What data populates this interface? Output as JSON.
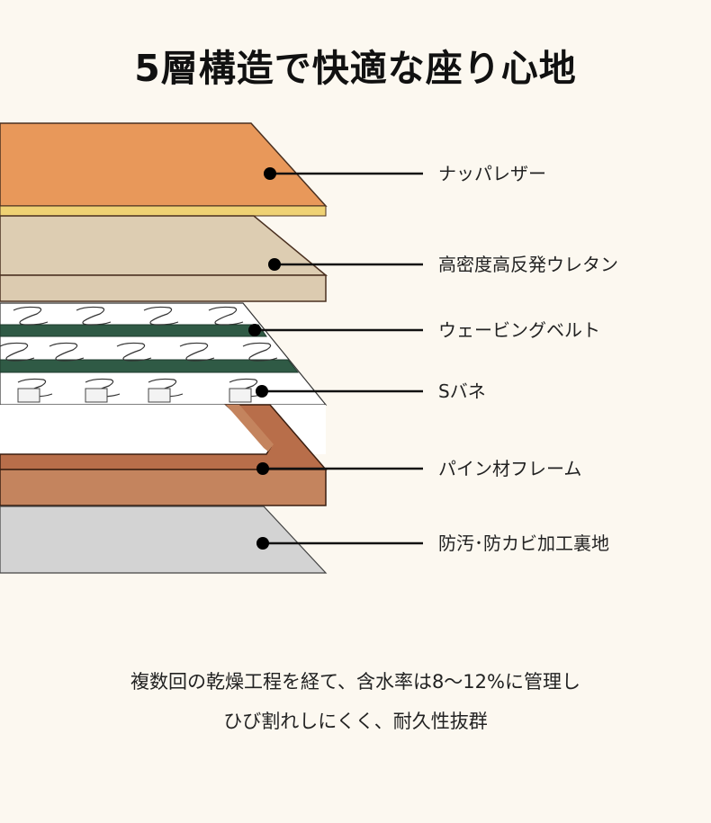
{
  "title": "5層構造で快適な座り心地",
  "layers": [
    {
      "label": "ナッパレザー"
    },
    {
      "label": "高密度高反発ウレタン"
    },
    {
      "label": "ウェービングベルト"
    },
    {
      "label": "Sバネ"
    },
    {
      "label": "パイン材フレーム"
    },
    {
      "label": "防汚･防カビ加工裏地"
    }
  ],
  "description": {
    "line1": "複数回の乾燥工程を経て、含水率は8～12%に管理し",
    "line2": "ひび割れしにくく、耐久性抜群"
  },
  "colors": {
    "leather": "#E8985A",
    "urethane": "#DDCDB2",
    "webbing": "#2F5A45",
    "frame": "#B86E4A",
    "lining": "#D3D3D3"
  }
}
